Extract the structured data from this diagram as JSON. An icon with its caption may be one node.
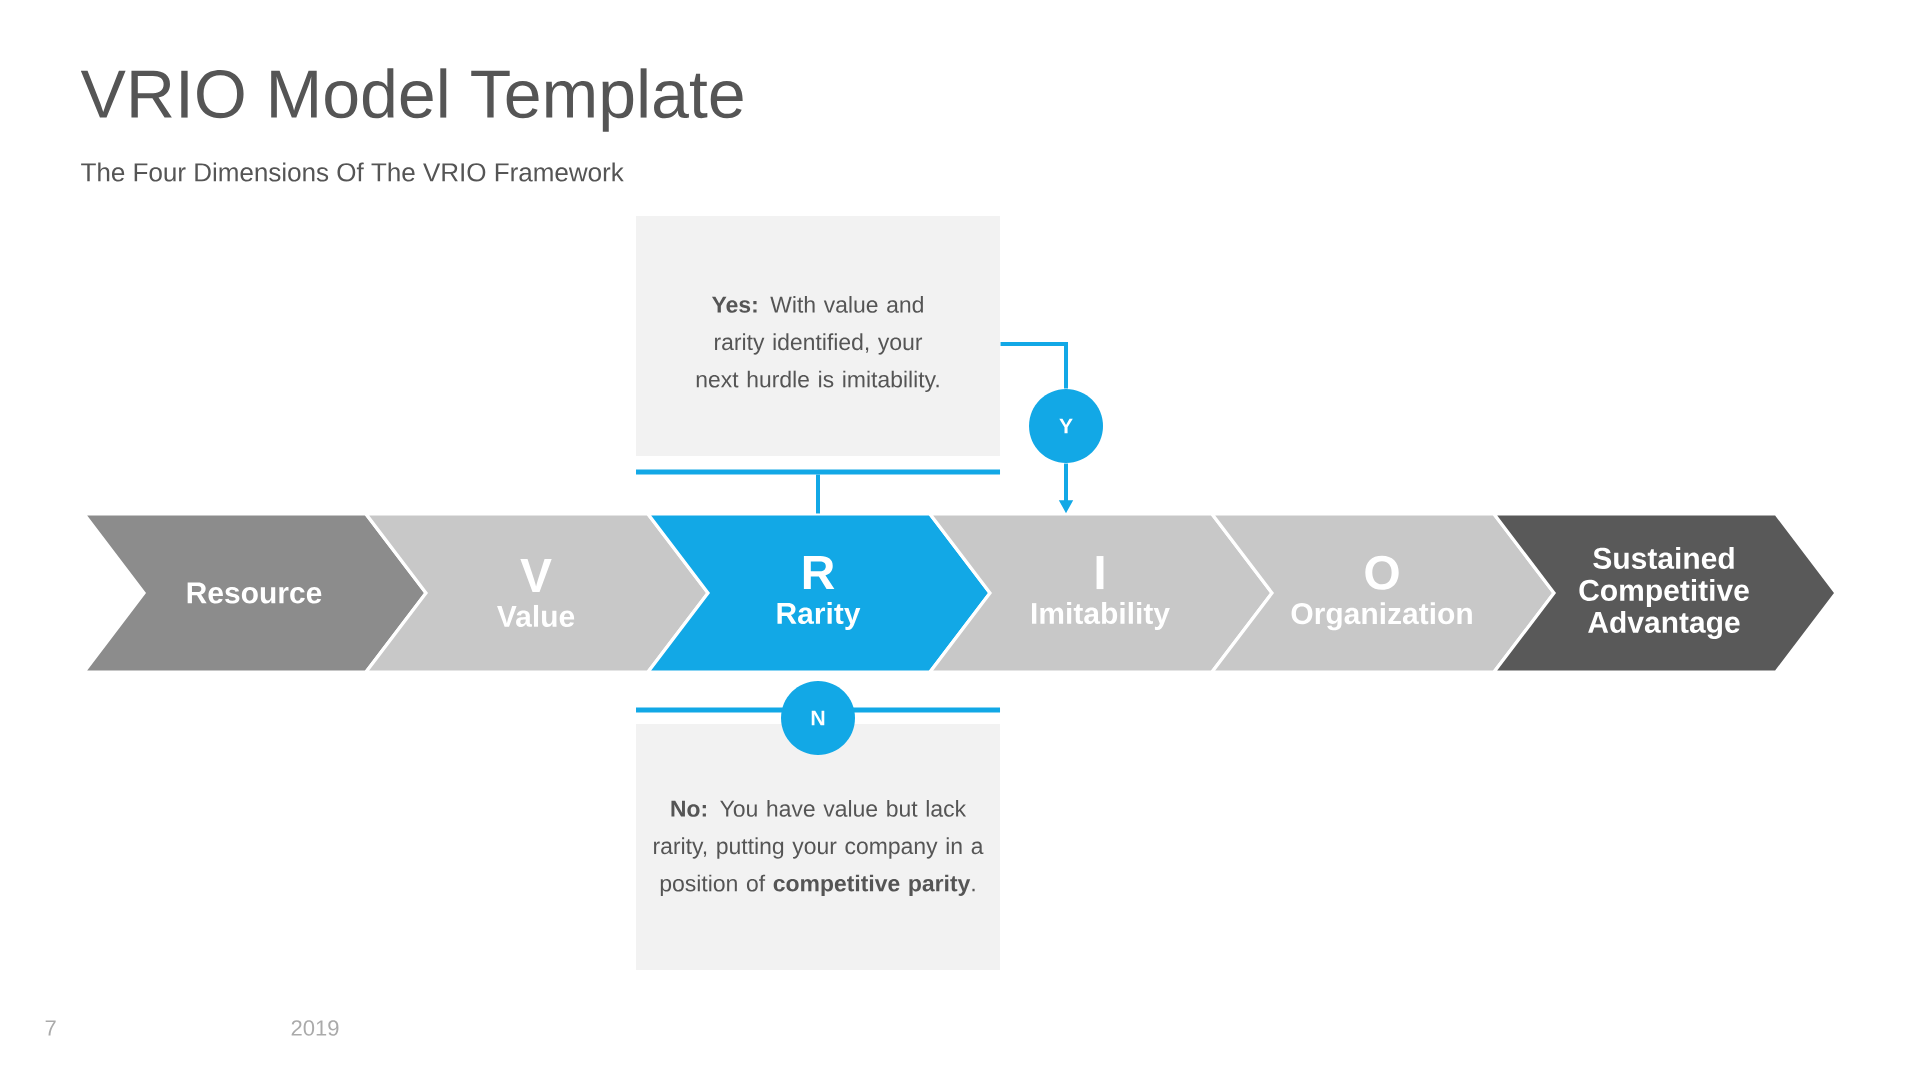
{
  "diagram": {
    "title": "VRIO Model Template",
    "nodes": [
      {
        "text": [
          "Resource"
        ]
      },
      {
        "text": [
          "V",
          "Value"
        ]
      },
      {
        "text": [
          "R",
          "Rarity"
        ]
      },
      {
        "text": [
          "I",
          "Imitability"
        ]
      },
      {
        "text": [
          "O",
          "Organization"
        ]
      },
      {
        "text": [
          "Sustained Competitive Advantage"
        ]
      },
      {
        "text": [
          "**Yes:** With value and rarity identified, your next hurdle is imitability."
        ]
      },
      {
        "text": [
          "Y"
        ]
      },
      {
        "text": [
          "N"
        ]
      },
      {
        "text": [
          "**No:** You have value but lack rarity, putting your company in a position of **competitive parity**."
        ]
      }
    ],
    "edges": [
      {
        "from": 2,
        "to": 6,
        "arrow": "none"
      },
      {
        "from": 6,
        "to": 7,
        "arrow": "none"
      },
      {
        "from": 7,
        "to": 3,
        "arrow": "to"
      }
    ],
    "labels": [
      "The Four Dimensions Of The VRIO Framework",
      "7",
      "2019"
    ]
  }
}
